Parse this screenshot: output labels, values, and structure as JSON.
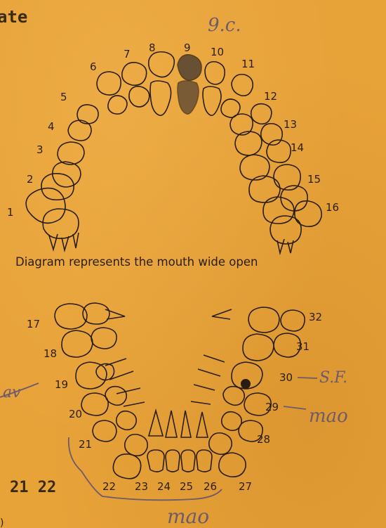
{
  "header_fragment": "ate",
  "caption": "Diagram represents the mouth wide open",
  "upper_numbers": [
    "1",
    "2",
    "3",
    "4",
    "5",
    "6",
    "7",
    "8",
    "9",
    "10",
    "11",
    "12",
    "13",
    "14",
    "15",
    "16"
  ],
  "lower_numbers": [
    "17",
    "18",
    "19",
    "20",
    "21",
    "22",
    "23",
    "24",
    "25",
    "26",
    "27",
    "28",
    "29",
    "30",
    "31",
    "32"
  ],
  "annotations": {
    "top_mark": "9.c.",
    "left_word": "av",
    "tooth30_note": "S.F.",
    "tooth29_note": "mao",
    "bottom_note": "mao",
    "typed_numbers": "21 22",
    "bracket": ")"
  },
  "colors": {
    "paper": "#e7a238",
    "ink": "#2a1d10",
    "pencil": "#6d5b6a",
    "filling": "#3d3330"
  }
}
